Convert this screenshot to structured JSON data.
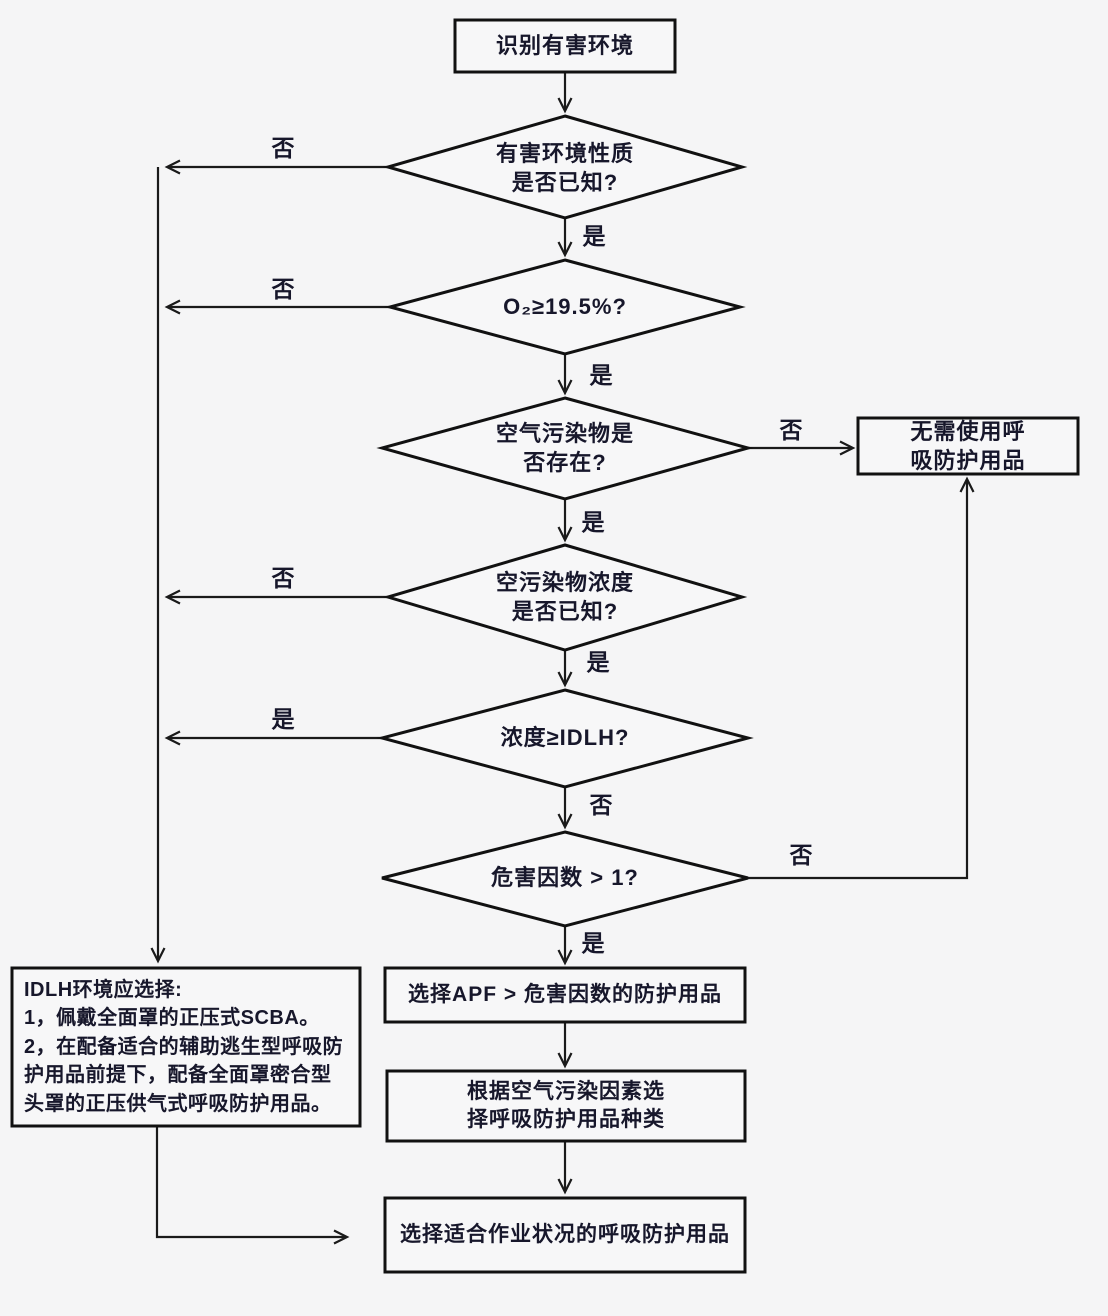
{
  "colors": {
    "ink": "#17172b",
    "line": "#1a1a1a",
    "background": "#f5f5f6",
    "shape_fill": "#f7f7f8"
  },
  "labels": {
    "yes": "是",
    "no": "否"
  },
  "nodes": {
    "start": {
      "text": "识别有害环境"
    },
    "env_known": {
      "line1": "有害环境性质",
      "line2": "是否已知?"
    },
    "oxygen": {
      "text": "O₂≥19.5%?"
    },
    "pollutant": {
      "line1": "空气污染物是",
      "line2": "否存在?"
    },
    "no_need": {
      "line1": "无需使用呼",
      "line2": "吸防护用品"
    },
    "conc_known": {
      "line1": "空污染物浓度",
      "line2": "是否已知?"
    },
    "idlh_check": {
      "text": "浓度≥IDLH?"
    },
    "hazard": {
      "text": "危害因数 > 1?"
    },
    "apf": {
      "text": "选择APF > 危害因数的防护用品"
    },
    "type": {
      "line1": "根据空气污染因素选",
      "line2": "择呼吸防护用品种类"
    },
    "fit": {
      "text": "选择适合作业状况的呼吸防护用品"
    },
    "idlh_info": {
      "line1": "IDLH环境应选择:",
      "line2": "1，佩戴全面罩的正压式SCBA。",
      "line3": "2，在配备适合的辅助逃生型呼吸防护用品前提下，配备全面罩密合型头罩的正压供气式呼吸防护用品。"
    }
  }
}
